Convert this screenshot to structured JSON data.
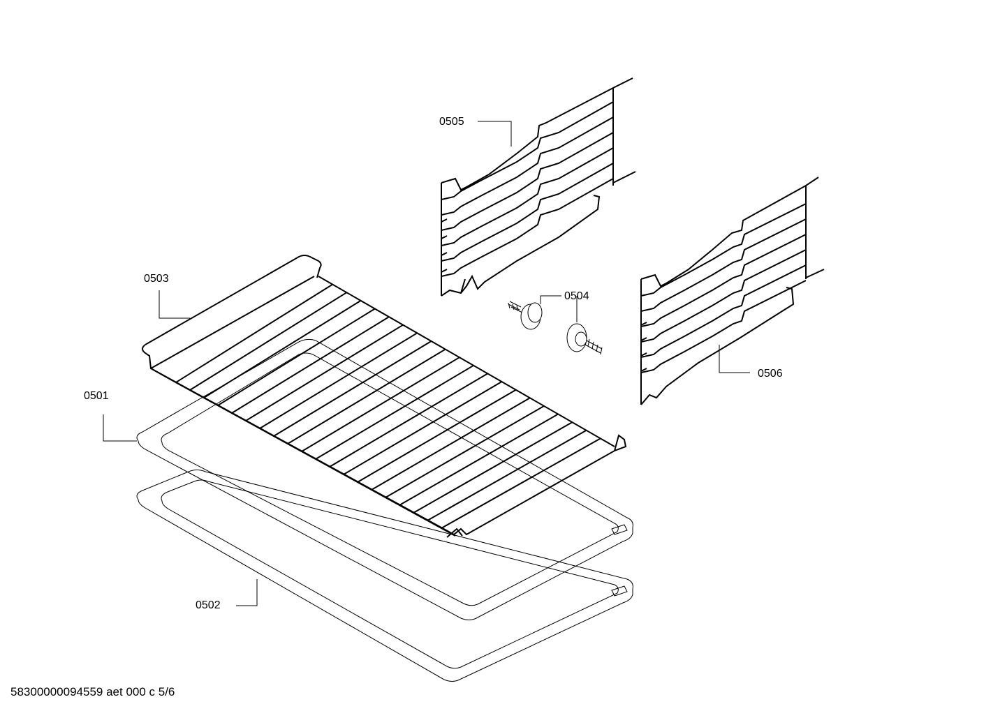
{
  "callouts": {
    "c0501": "0501",
    "c0502": "0502",
    "c0503": "0503",
    "c0504": "0504",
    "c0505": "0505",
    "c0506": "0506"
  },
  "footer": {
    "doc_id": "58300000094559 aet 000 c 5/6"
  }
}
